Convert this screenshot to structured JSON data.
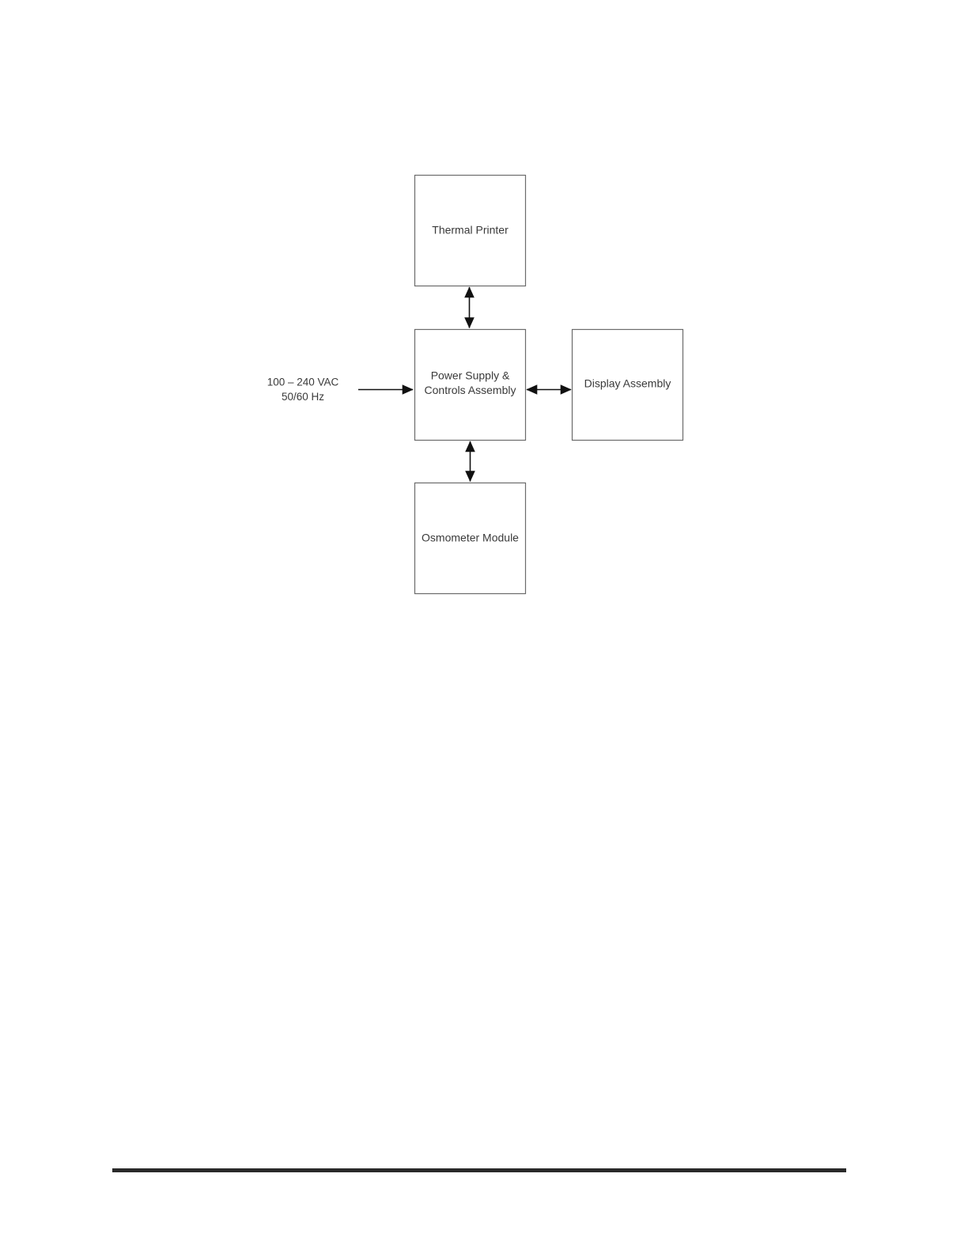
{
  "diagram": {
    "blocks": {
      "thermal_printer": "Thermal Printer",
      "power_supply_line1": "Power Supply &",
      "power_supply_line2": "Controls Assembly",
      "display_assembly": "Display Assembly",
      "osmometer_module": "Osmometer Module"
    },
    "input": {
      "voltage": "100 – 240 VAC",
      "frequency": "50/60 Hz"
    },
    "connections": [
      {
        "from": "Thermal Printer",
        "to": "Power Supply & Controls Assembly",
        "direction": "bidirectional"
      },
      {
        "from": "Power Supply & Controls Assembly",
        "to": "Display Assembly",
        "direction": "bidirectional"
      },
      {
        "from": "Power Supply & Controls Assembly",
        "to": "Osmometer Module",
        "direction": "bidirectional"
      },
      {
        "from": "100 – 240 VAC 50/60 Hz",
        "to": "Power Supply & Controls Assembly",
        "direction": "one-way"
      }
    ],
    "colors": {
      "block_border": "#6b6b6b",
      "arrow": "#111111",
      "text": "#3a3a3a",
      "footer_rule": "#2a2a2a"
    }
  }
}
